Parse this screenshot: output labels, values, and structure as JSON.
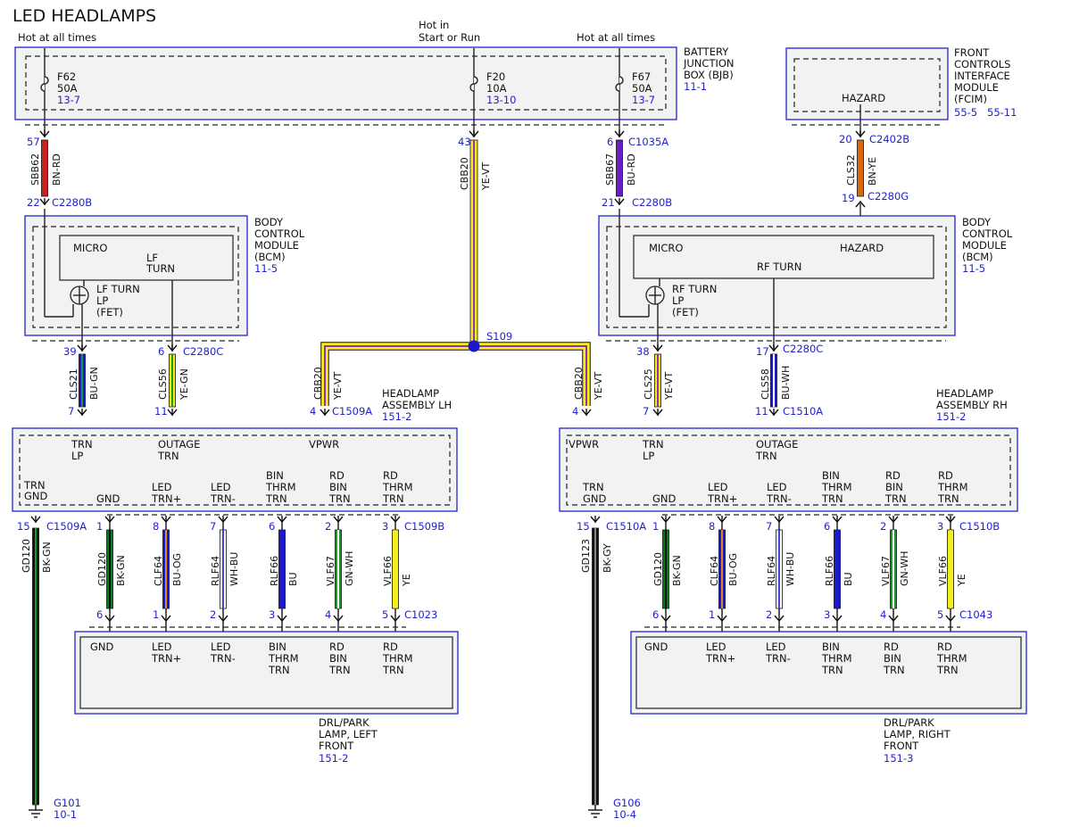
{
  "title": "LED HEADLAMPS",
  "supply": {
    "hot_left": "Hot at all times",
    "hot_mid_1": "Hot in",
    "hot_mid_2": "Start or Run",
    "hot_right": "Hot at all times"
  },
  "bjb": {
    "name": [
      "BATTERY",
      "JUNCTION",
      "BOX (BJB)"
    ],
    "ref": "11-1",
    "fuses": [
      {
        "id": "F62",
        "amps": "50A",
        "ref": "13-7"
      },
      {
        "id": "F20",
        "amps": "10A",
        "ref": "13-10"
      },
      {
        "id": "F67",
        "amps": "50A",
        "ref": "13-7"
      }
    ]
  },
  "fcim": {
    "name": [
      "FRONT",
      "CONTROLS",
      "INTERFACE",
      "MODULE",
      "(FCIM)"
    ],
    "refs": [
      "55-5",
      "55-11"
    ],
    "hazard": "HAZARD"
  },
  "bcm_left": {
    "name": [
      "BODY",
      "CONTROL",
      "MODULE",
      "(BCM)"
    ],
    "ref": "11-5",
    "micro": "MICRO",
    "lf_turn": [
      "LF",
      "TURN"
    ],
    "fet": [
      "LF TURN",
      "LP",
      "(FET)"
    ]
  },
  "bcm_right": {
    "name": [
      "BODY",
      "CONTROL",
      "MODULE",
      "(BCM)"
    ],
    "ref": "11-5",
    "micro": "MICRO",
    "hazard": "HAZARD",
    "rf_turn": "RF TURN",
    "fet": [
      "RF TURN",
      "LP",
      "(FET)"
    ]
  },
  "splice": "S109",
  "wires": {
    "sbb62": {
      "circuit": "SBB62",
      "color": "BN-RD",
      "top_pin": "57",
      "bottom_pin": "22",
      "bottom_conn": "C2280B"
    },
    "cbb20_top": {
      "circuit": "CBB20",
      "color": "YE-VT",
      "top_pin": "43"
    },
    "sbb67": {
      "circuit": "SBB67",
      "color": "BU-RD",
      "top_pin": "6",
      "top_conn": "C1035A",
      "bottom_pin": "21",
      "bottom_conn": "C2280B"
    },
    "cls32": {
      "circuit": "CLS32",
      "color": "BN-YE",
      "top_pin": "20",
      "top_conn": "C2402B",
      "bottom_pin": "19",
      "bottom_conn": "C2280G"
    },
    "cls21": {
      "circuit": "CLS21",
      "color": "BU-GN",
      "top_pin": "39",
      "bottom_pin": "7"
    },
    "cls56": {
      "circuit": "CLS56",
      "color": "YE-GN",
      "top_pin": "6",
      "top_conn": "C2280C",
      "bottom_pin": "11"
    },
    "cbb20_l": {
      "circuit": "CBB20",
      "color": "YE-VT",
      "bottom_pin": "4",
      "bottom_conn": "C1509A"
    },
    "cbb20_r": {
      "circuit": "CBB20",
      "color": "YE-VT",
      "bottom_pin": "4"
    },
    "cls25": {
      "circuit": "CLS25",
      "color": "YE-VT",
      "top_pin": "38",
      "bottom_pin": "7"
    },
    "cls58": {
      "circuit": "CLS58",
      "color": "BU-WH",
      "top_pin": "17",
      "top_conn": "C2280C",
      "bottom_pin": "11",
      "bottom_conn": "C1510A"
    }
  },
  "headlamp_lh": {
    "name": [
      "HEADLAMP",
      "ASSEMBLY LH"
    ],
    "ref": "151-2",
    "top_labels": [
      [
        "TRN",
        "LP"
      ],
      [
        "OUTAGE",
        "TRN"
      ],
      [
        "VPWR"
      ]
    ],
    "bottom_labels": [
      [
        "TRN",
        "GND"
      ],
      [
        "GND"
      ],
      [
        "LED",
        "TRN+"
      ],
      [
        "LED",
        "TRN-"
      ],
      [
        "BIN",
        "THRM",
        "TRN"
      ],
      [
        "RD",
        "BIN",
        "TRN"
      ],
      [
        "RD",
        "THRM",
        "TRN"
      ]
    ],
    "ground_pin": "15",
    "ground_conn": "C1509A",
    "out_conn": "C1509B"
  },
  "headlamp_rh": {
    "name": [
      "HEADLAMP",
      "ASSEMBLY RH"
    ],
    "ref": "151-2",
    "top_labels": [
      [
        "VPWR"
      ],
      [
        "TRN",
        "LP"
      ],
      [
        "OUTAGE",
        "TRN"
      ]
    ],
    "bottom_labels": [
      [
        "TRN",
        "GND"
      ],
      [
        "GND"
      ],
      [
        "LED",
        "TRN+"
      ],
      [
        "LED",
        "TRN-"
      ],
      [
        "BIN",
        "THRM",
        "TRN"
      ],
      [
        "RD",
        "BIN",
        "TRN"
      ],
      [
        "RD",
        "THRM",
        "TRN"
      ]
    ],
    "ground_pin": "15",
    "ground_conn": "C1510A",
    "out_conn": "C1510B"
  },
  "ground_lh": {
    "circuit": "GD120",
    "color": "BK-GN",
    "ground": "G101",
    "ref": "10-1"
  },
  "ground_rh": {
    "circuit": "GD123",
    "color": "BK-GY",
    "ground": "G106",
    "ref": "10-4"
  },
  "lamp_wires_left": [
    {
      "circuit": "GD120",
      "color": "BK-GN",
      "top_pin": "1",
      "bottom_pin": "6",
      "fill": "#0b7a1e",
      "core": "#111111"
    },
    {
      "circuit": "CLF64",
      "color": "BU-OG",
      "top_pin": "8",
      "bottom_pin": "1",
      "fill": "#1a1acc",
      "core": "#e08a1e"
    },
    {
      "circuit": "RLF64",
      "color": "WH-BU",
      "top_pin": "7",
      "bottom_pin": "2",
      "fill": "#ffffff",
      "core": "#4444dd"
    },
    {
      "circuit": "RLF66",
      "color": "BU",
      "top_pin": "6",
      "bottom_pin": "3",
      "fill": "#1a1acc",
      "core": "#1a1acc"
    },
    {
      "circuit": "VLF67",
      "color": "GN-WH",
      "top_pin": "2",
      "bottom_pin": "4",
      "fill": "#1a9a2a",
      "core": "#ffffff"
    },
    {
      "circuit": "VLF66",
      "color": "YE",
      "top_pin": "3",
      "bottom_pin": "5",
      "fill": "#f4ee1a",
      "core": "#f4ee1a"
    }
  ],
  "lamp_wires_right": [
    {
      "circuit": "GD120",
      "color": "BK-GN",
      "top_pin": "1",
      "bottom_pin": "6",
      "fill": "#0b7a1e",
      "core": "#111111"
    },
    {
      "circuit": "CLF64",
      "color": "BU-OG",
      "top_pin": "8",
      "bottom_pin": "1",
      "fill": "#1a1acc",
      "core": "#e08a1e"
    },
    {
      "circuit": "RLF64",
      "color": "WH-BU",
      "top_pin": "7",
      "bottom_pin": "2",
      "fill": "#ffffff",
      "core": "#4444dd"
    },
    {
      "circuit": "RLF66",
      "color": "BU",
      "top_pin": "6",
      "bottom_pin": "3",
      "fill": "#1a1acc",
      "core": "#1a1acc"
    },
    {
      "circuit": "VLF67",
      "color": "GN-WH",
      "top_pin": "2",
      "bottom_pin": "4",
      "fill": "#1a9a2a",
      "core": "#ffffff"
    },
    {
      "circuit": "VLF66",
      "color": "YE",
      "top_pin": "3",
      "bottom_pin": "5",
      "fill": "#f4ee1a",
      "core": "#f4ee1a"
    }
  ],
  "drl_left": {
    "conn": "C1023",
    "labels": [
      [
        "GND"
      ],
      [
        "LED",
        "TRN+"
      ],
      [
        "LED",
        "TRN-"
      ],
      [
        "BIN",
        "THRM",
        "TRN"
      ],
      [
        "RD",
        "BIN",
        "TRN"
      ],
      [
        "RD",
        "THRM",
        "TRN"
      ]
    ],
    "name": [
      "DRL/PARK",
      "LAMP, LEFT",
      "FRONT"
    ],
    "ref": "151-2"
  },
  "drl_right": {
    "conn": "C1043",
    "labels": [
      [
        "GND"
      ],
      [
        "LED",
        "TRN+"
      ],
      [
        "LED",
        "TRN-"
      ],
      [
        "BIN",
        "THRM",
        "TRN"
      ],
      [
        "RD",
        "BIN",
        "TRN"
      ],
      [
        "RD",
        "THRM",
        "TRN"
      ]
    ],
    "name": [
      "DRL/PARK",
      "LAMP, RIGHT",
      "FRONT"
    ],
    "ref": "151-3"
  }
}
